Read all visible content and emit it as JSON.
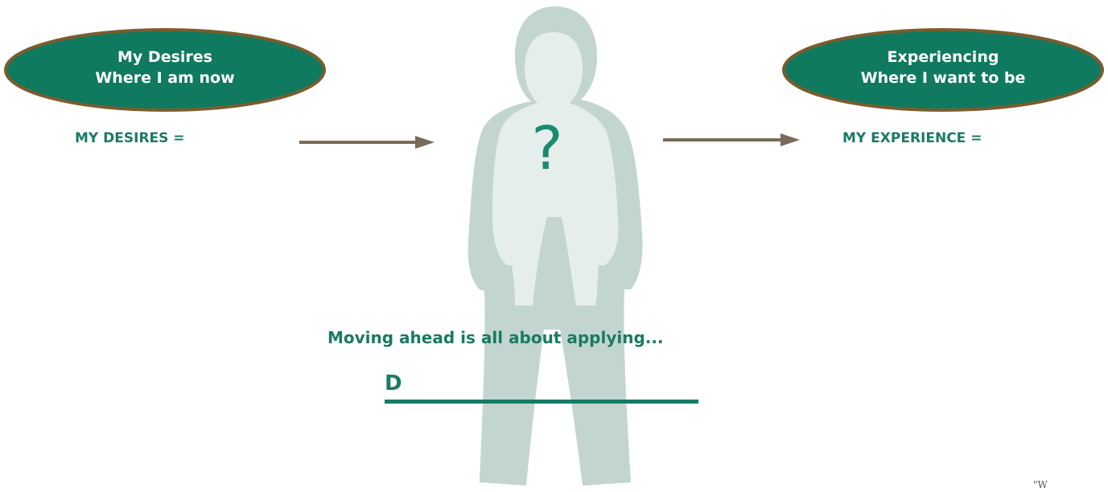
{
  "left_oval": {
    "line1": "My Desires",
    "line2": "Where I am now"
  },
  "right_oval": {
    "line1": "Experiencing",
    "line2": "Where I want to be"
  },
  "left_label": "MY DESIRES =",
  "right_label": "MY EXPERIENCE =",
  "center_symbol": "?",
  "tagline": "Moving ahead is all about applying...",
  "blank": {
    "letter": "D"
  },
  "corner_text": "\"W",
  "colors": {
    "oval_fill": "#0f7a5f",
    "oval_border": "#7a5c2e",
    "text_green": "#1a7a63",
    "arrow": "#7a6a58",
    "silhouette_light": "#e3ebe8",
    "silhouette_dark": "#c3d5d0"
  }
}
